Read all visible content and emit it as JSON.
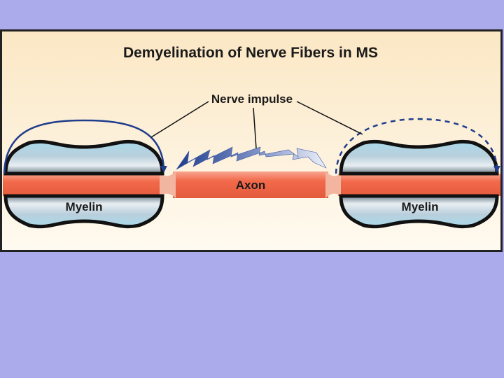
{
  "figure": {
    "title": "Demyelination of Nerve Fibers in MS",
    "impulse_label": "Nerve impulse",
    "axon_label": "Axon",
    "myelin_left_label": "Myelin",
    "myelin_right_label": "Myelin"
  },
  "colors": {
    "slide_background": "#ababeb",
    "figure_background": "#fdf1d9",
    "axon": "#f26a4b",
    "myelin_light": "#9fd3e6",
    "impulse_arrow": "#1f3d8c"
  }
}
